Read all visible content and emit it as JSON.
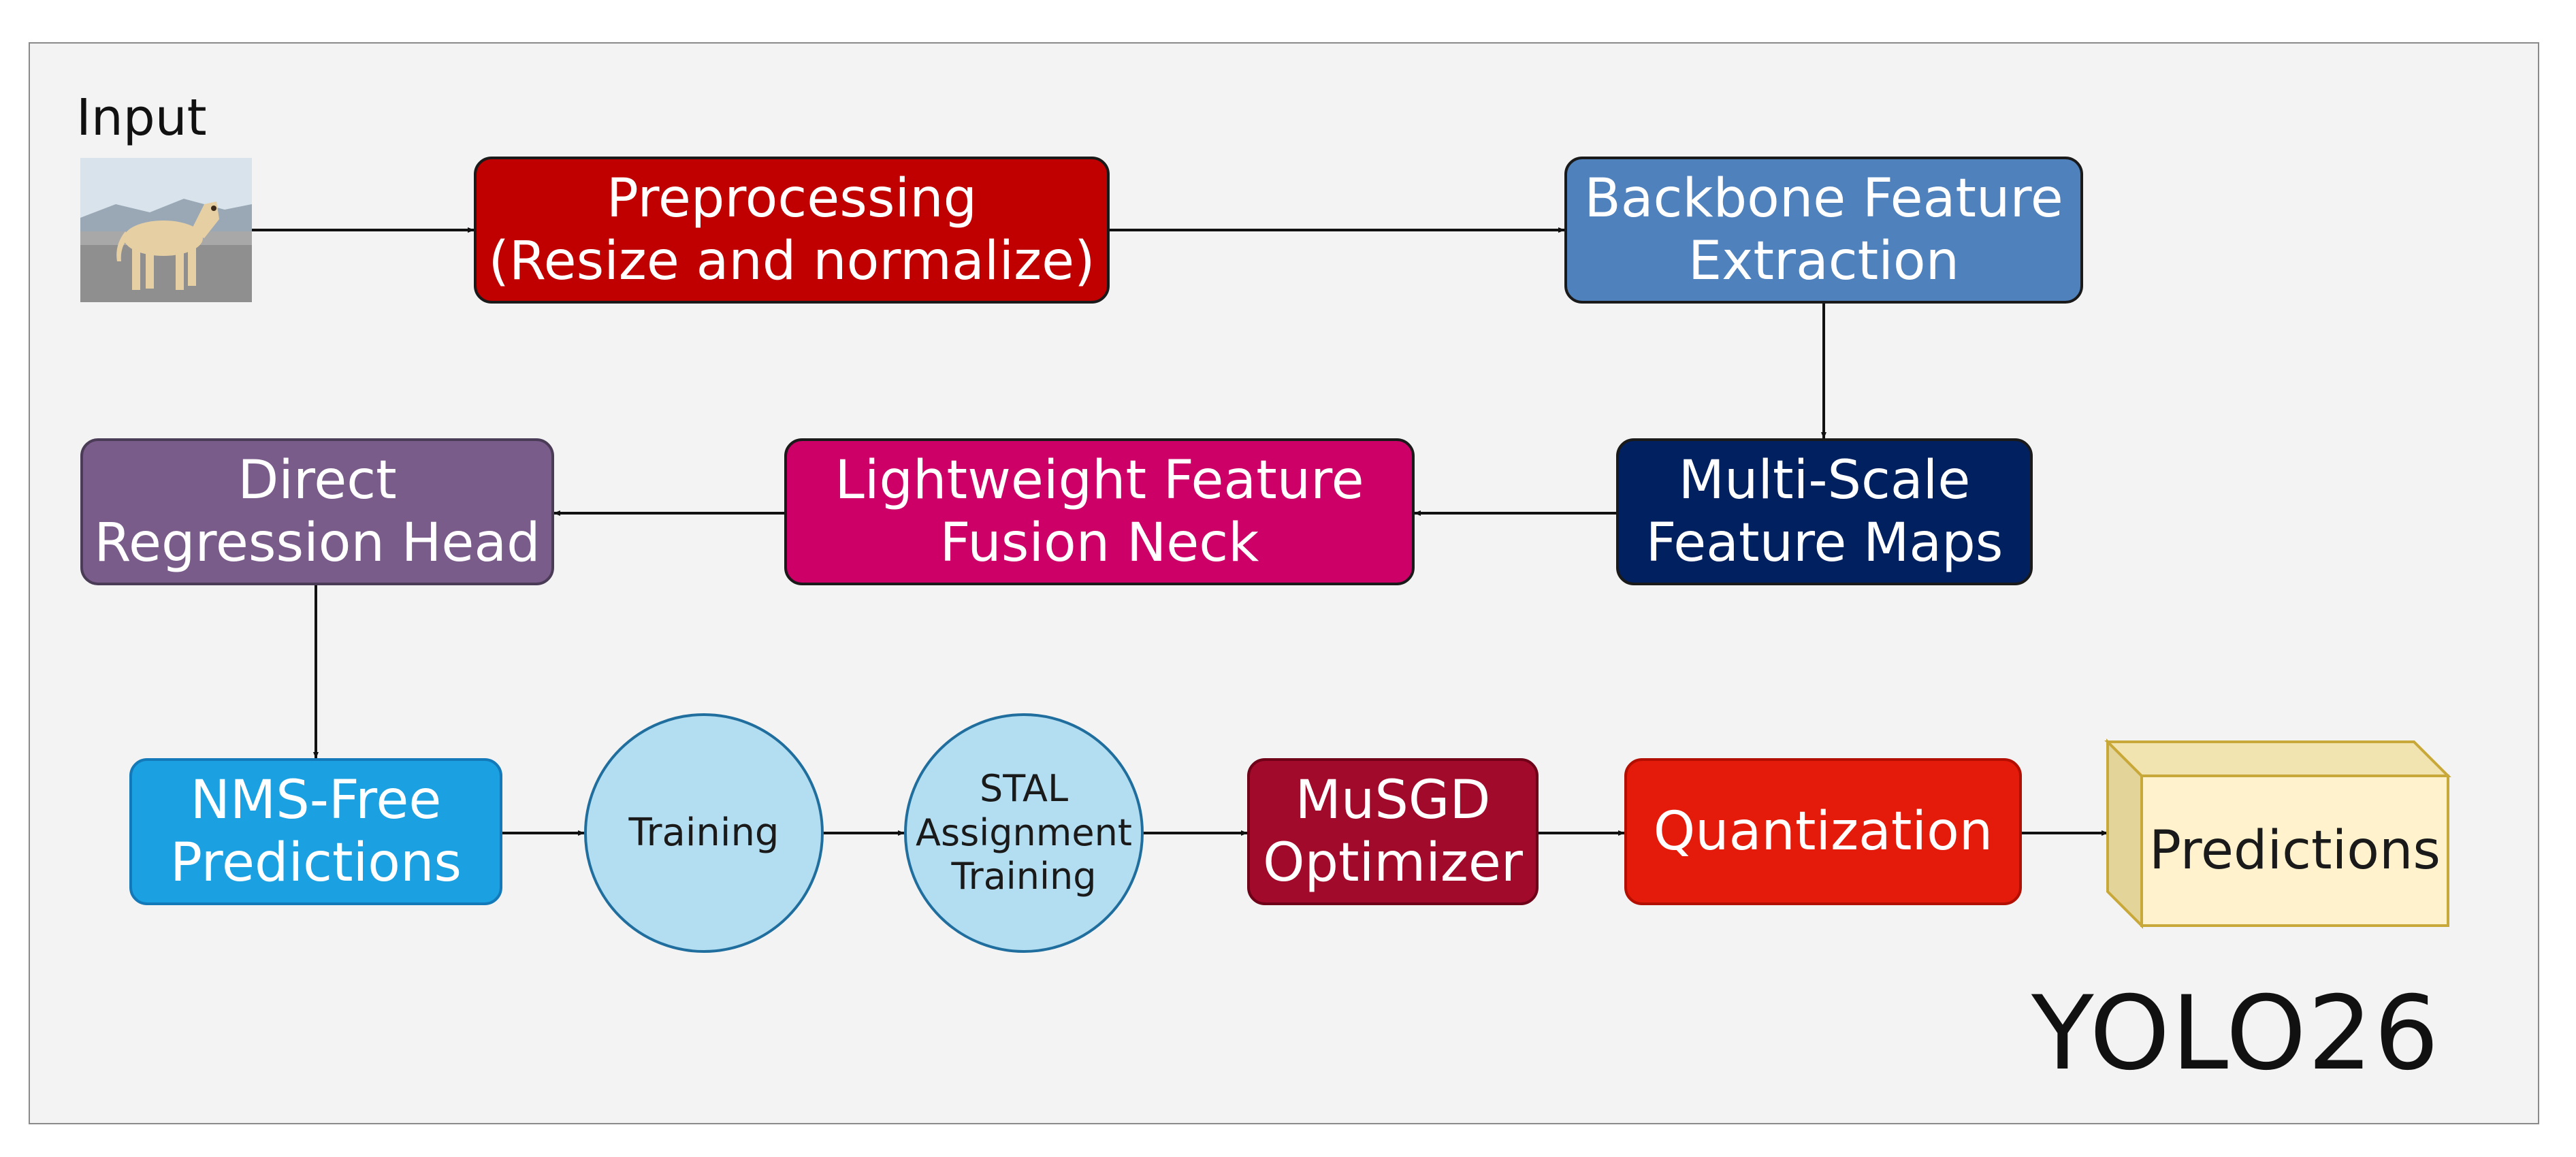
{
  "input_label": "Input",
  "input_image": "dog-photo",
  "nodes": {
    "preprocessing": {
      "label": "Preprocessing\n(Resize and normalize)",
      "color": "#c00000"
    },
    "backbone": {
      "label": "Backbone Feature\nExtraction",
      "color": "#4f81bd"
    },
    "multiscale": {
      "label": "Multi-Scale\nFeature Maps",
      "color": "#002060"
    },
    "neck": {
      "label": "Lightweight Feature\nFusion Neck",
      "color": "#cc0066"
    },
    "head": {
      "label": "Direct\nRegression Head",
      "color": "#7a5c8a"
    },
    "nms": {
      "label": "NMS-Free\nPredictions",
      "color": "#1ba1e2"
    },
    "training": {
      "label": "Training",
      "color": "#b3ddf0"
    },
    "stal": {
      "label": "STAL\nAssignment\nTraining",
      "color": "#b3ddf0"
    },
    "musgd": {
      "label": "MuSGD\nOptimizer",
      "color": "#a10a2a"
    },
    "quantization": {
      "label": "Quantization",
      "color": "#e41a0a"
    },
    "predictions": {
      "label": "Predictions",
      "color": "#fff2cc"
    }
  },
  "footer_title": "YOLO26"
}
